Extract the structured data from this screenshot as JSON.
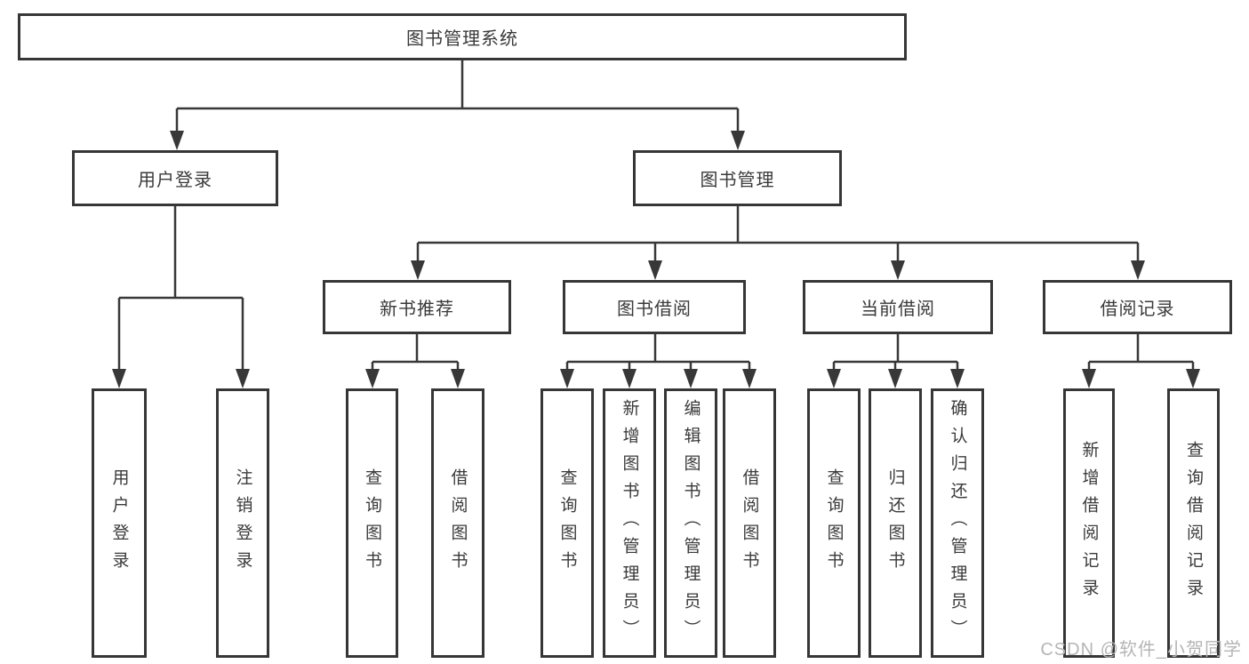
{
  "diagram": {
    "root": {
      "label": "图书管理系统"
    },
    "level2": {
      "user_login": {
        "label": "用户登录"
      },
      "book_management": {
        "label": "图书管理"
      }
    },
    "level3": {
      "new_book_recommend": {
        "label": "新书推荐"
      },
      "book_borrow": {
        "label": "图书借阅"
      },
      "current_borrow": {
        "label": "当前借阅"
      },
      "borrow_records": {
        "label": "借阅记录"
      }
    },
    "leaves": {
      "user_login": [
        "用户登录",
        "注销登录"
      ],
      "new_book_recommend": [
        "查询图书",
        "借阅图书"
      ],
      "book_borrow": [
        "查询图书",
        "新增图书（管理员）",
        "编辑图书（管理员）",
        "借阅图书"
      ],
      "current_borrow": [
        "查询图书",
        "归还图书",
        "确认归还（管理员）"
      ],
      "borrow_records": [
        "新增借阅记录",
        "查询借阅记录"
      ]
    }
  },
  "watermark": "CSDN @软件_小贺同学",
  "colors": {
    "line": "#383838",
    "border": "#363636",
    "text": "#3a3a3a",
    "background": "#ffffff",
    "watermark": "#b5b5b5"
  }
}
